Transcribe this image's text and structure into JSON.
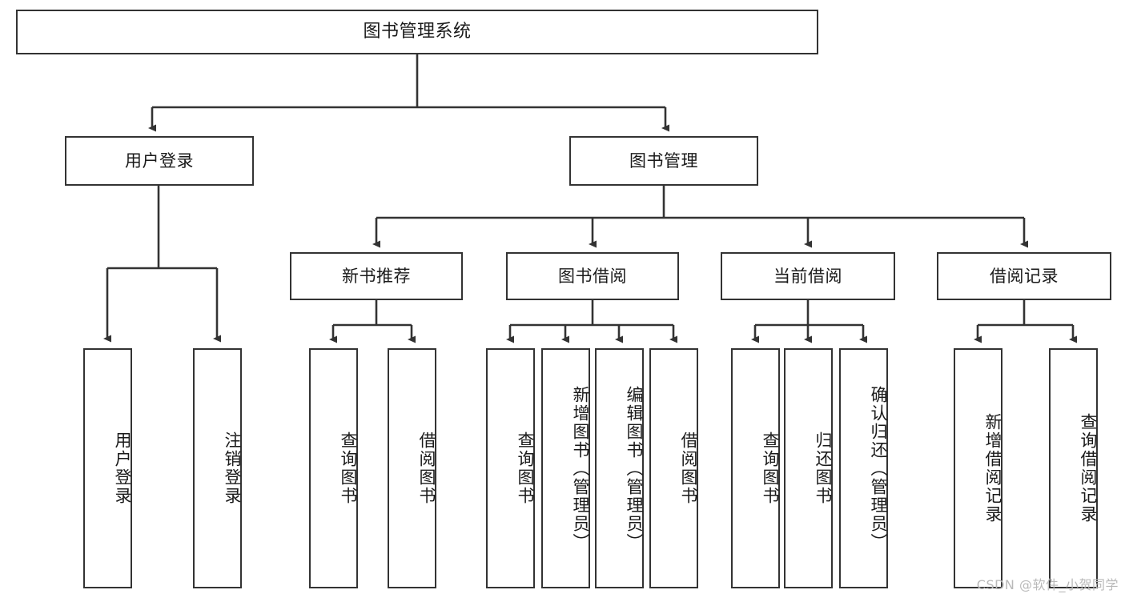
{
  "diagram": {
    "type": "tree",
    "title": "图书管理系统",
    "watermark": "CSDN @软件_小贺同学",
    "colors": {
      "stroke": "#333333",
      "fill": "#ffffff",
      "text": "#1a1a1a",
      "watermark": "#b9b9b9"
    },
    "nodes": {
      "root": {
        "label": "图书管理系统"
      },
      "level2": [
        {
          "id": "user-login",
          "label": "用户登录"
        },
        {
          "id": "book-manage",
          "label": "图书管理"
        }
      ],
      "level3": [
        {
          "id": "new-book-rec",
          "label": "新书推荐"
        },
        {
          "id": "book-borrow",
          "label": "图书借阅"
        },
        {
          "id": "current-borrow",
          "label": "当前借阅"
        },
        {
          "id": "borrow-record",
          "label": "借阅记录"
        }
      ],
      "leaves": [
        {
          "id": "leaf-user-login",
          "label": "用户登录",
          "parent": "user-login"
        },
        {
          "id": "leaf-logout-login",
          "label": "注销登录",
          "parent": "user-login"
        },
        {
          "id": "leaf-query-book-1",
          "label": "查询图书",
          "parent": "new-book-rec"
        },
        {
          "id": "leaf-borrow-book-1",
          "label": "借阅图书",
          "parent": "new-book-rec"
        },
        {
          "id": "leaf-query-book-2",
          "label": "查询图书",
          "parent": "book-borrow"
        },
        {
          "id": "leaf-add-book",
          "label": "新增图书（管理员）",
          "parent": "book-borrow"
        },
        {
          "id": "leaf-edit-book",
          "label": "编辑图书（管理员）",
          "parent": "book-borrow"
        },
        {
          "id": "leaf-borrow-book-2",
          "label": "借阅图书",
          "parent": "book-borrow"
        },
        {
          "id": "leaf-query-book-3",
          "label": "查询图书",
          "parent": "current-borrow"
        },
        {
          "id": "leaf-return-book",
          "label": "归还图书",
          "parent": "current-borrow"
        },
        {
          "id": "leaf-confirm-return",
          "label": "确认归还（管理员）",
          "parent": "current-borrow"
        },
        {
          "id": "leaf-add-record",
          "label": "新增借阅记录",
          "parent": "borrow-record"
        },
        {
          "id": "leaf-query-record",
          "label": "查询借阅记录",
          "parent": "borrow-record"
        }
      ]
    }
  }
}
